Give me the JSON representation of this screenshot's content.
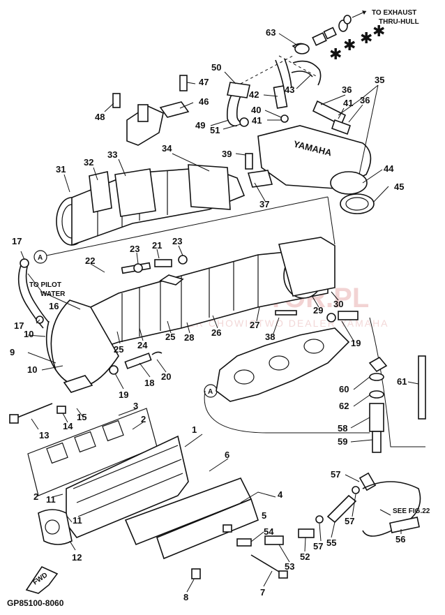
{
  "diagram": {
    "part_numbers": [
      "1",
      "2",
      "3",
      "4",
      "5",
      "6",
      "7",
      "8",
      "9",
      "10",
      "11",
      "12",
      "13",
      "14",
      "15",
      "16",
      "17",
      "18",
      "19",
      "20",
      "21",
      "22",
      "23",
      "24",
      "25",
      "26",
      "27",
      "28",
      "29",
      "30",
      "31",
      "32",
      "33",
      "34",
      "35",
      "36",
      "37",
      "38",
      "39",
      "40",
      "41",
      "42",
      "43",
      "44",
      "45",
      "46",
      "47",
      "48",
      "49",
      "50",
      "51",
      "52",
      "53",
      "54",
      "55",
      "56",
      "57",
      "58",
      "59",
      "60",
      "61",
      "62",
      "63"
    ],
    "callouts": {
      "to_exhaust": [
        "TO EXHAUST",
        "THRU-HULL"
      ],
      "to_pilot_water": [
        "TO PILOT",
        "WATER"
      ],
      "see_fig": "SEE FIG.22",
      "fwd": "FWD",
      "ref_a": "A"
    },
    "brand_mark": "YAMAHA",
    "drawing_code": "GP85100-8060",
    "watermark": {
      "main": "MAXMOTOR.PL",
      "sub": "DEALER CHOWICTWO DEALER YAMAHA"
    }
  }
}
